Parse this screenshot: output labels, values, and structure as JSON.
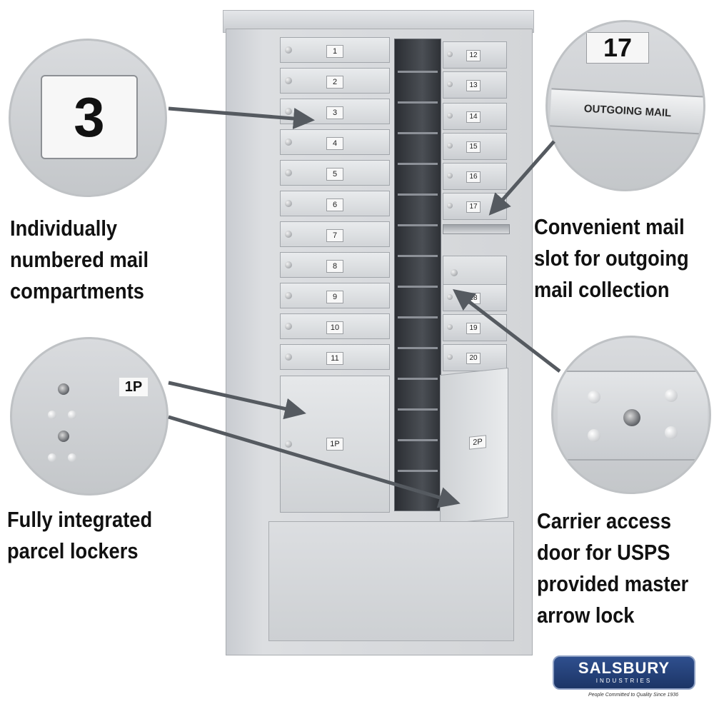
{
  "compartments_left": [
    "1",
    "2",
    "3",
    "4",
    "5",
    "6",
    "7",
    "8",
    "9",
    "10",
    "11"
  ],
  "compartments_right": [
    "12",
    "13",
    "14",
    "15",
    "16",
    "17",
    "",
    "18",
    "19",
    "20"
  ],
  "parcel_lockers": [
    "1P",
    "2P"
  ],
  "zoom_number": "3",
  "zoom_number_17": "17",
  "outgoing_label": "OUTGOING MAIL",
  "zoom_parcel_tag": "1P",
  "captions": {
    "compartments": [
      "Individually",
      "numbered mail",
      "compartments"
    ],
    "outgoing": [
      "Convenient mail",
      "slot for outgoing",
      "mail collection"
    ],
    "parcel": [
      "Fully integrated",
      "parcel lockers"
    ],
    "carrier": [
      "Carrier access",
      "door for USPS",
      "provided master",
      "arrow lock"
    ]
  },
  "logo": {
    "brand": "SALSBURY",
    "sub": "INDUSTRIES",
    "tagline": "People Committed to Quality Since 1936"
  },
  "colors": {
    "cabinet": "#d3d5d8",
    "logo": "#1c3566",
    "arrow": "#555a60"
  }
}
